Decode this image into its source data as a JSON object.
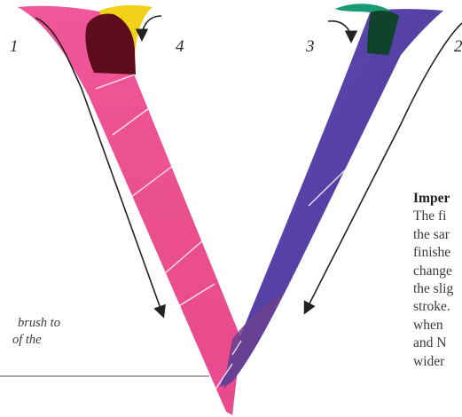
{
  "stroke_numbers": [
    "1",
    "2",
    "3",
    "4"
  ],
  "colors": {
    "stroke_left": "#ea4f8c",
    "stroke_left_start": "#f0569a",
    "stroke_right": "#5a43a8",
    "tip_yellow": "#f2d11a",
    "tip_green": "#1a9a73",
    "overlap_dark_red": "#5e0c1c",
    "overlap_dark_green": "#10422c",
    "arrow": "#222222"
  },
  "side_text": {
    "heading": "Imper",
    "lines": [
      "The fi",
      "the sar",
      "finishe",
      "change",
      "the slig",
      "stroke.",
      "when",
      "and N",
      "wider"
    ]
  },
  "caption": {
    "lines": [
      "brush to",
      "of the"
    ]
  },
  "icons": {
    "arrows": "curved-arrow-icon"
  }
}
